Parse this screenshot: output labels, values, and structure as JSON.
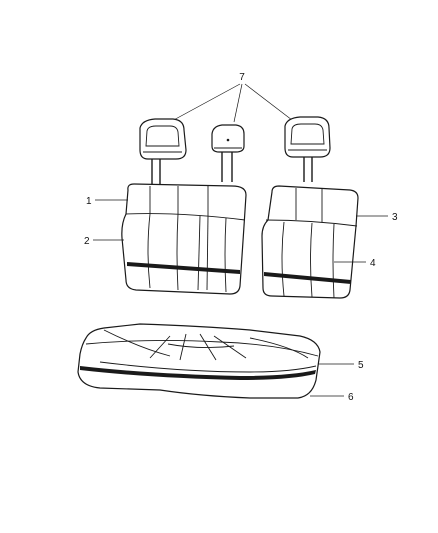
{
  "diagram": {
    "title": "",
    "callouts": {
      "headrests": "7",
      "left_back_frame": "1",
      "left_back_cover": "2",
      "right_back_frame": "3",
      "right_back_cover": "4",
      "cushion_frame": "5",
      "cushion_cover": "6"
    }
  }
}
